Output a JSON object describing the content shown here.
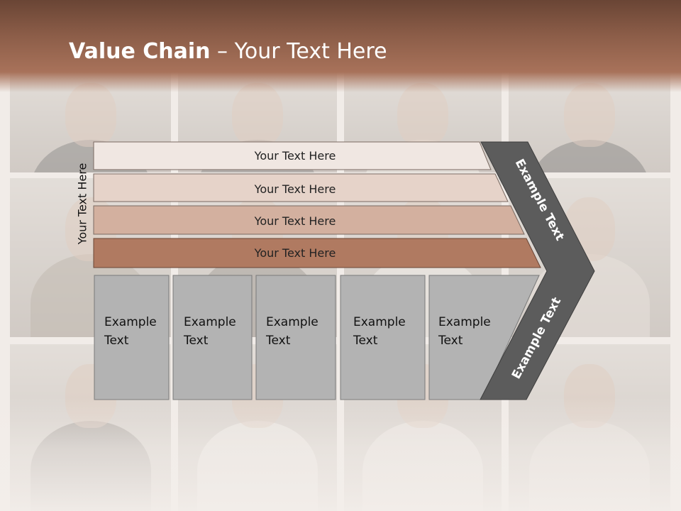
{
  "slide": {
    "title_bold": "Value Chain",
    "title_rest": " – Your Text Here",
    "side_label": "Your Text Here",
    "bars": [
      "Your Text Here",
      "Your Text Here",
      "Your Text Here",
      "Your Text Here"
    ],
    "boxes": [
      [
        "Example",
        "Text"
      ],
      [
        "Example",
        "Text"
      ],
      [
        "Example",
        "Text"
      ],
      [
        "Example",
        "Text"
      ],
      [
        "Example",
        "Text"
      ]
    ],
    "chevron_upper": "Example Text",
    "chevron_lower": "Example Text"
  },
  "colors": {
    "header_dark": "#6a4535",
    "header_light": "#a8725a",
    "bar_fills": [
      "#f0e7e2",
      "#e6d3c9",
      "#d3b09f",
      "#b07a61"
    ],
    "box_fill": "#b3b3b3",
    "chevron_fill": "#5c5c5c"
  }
}
